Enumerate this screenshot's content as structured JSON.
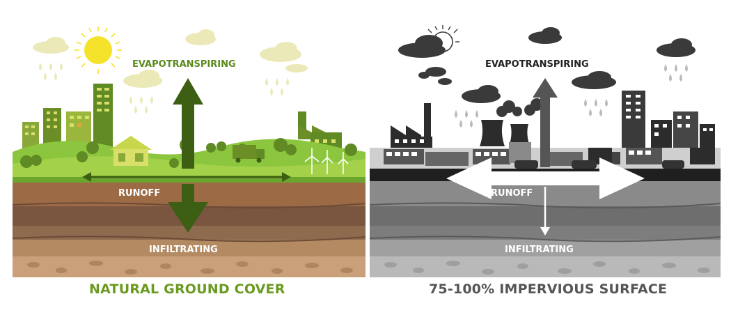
{
  "left_panel": {
    "evapotranspiring_label": "EVAPOTRANSPIRING",
    "runoff_label": "RUNOFF",
    "infiltrating_label": "INFILTRATING",
    "caption": "NATURAL GROUND COVER"
  },
  "right_panel": {
    "evapotranspiring_label": "EVAPOTRANSPIRING",
    "runoff_label": "RUNOFF",
    "infiltrating_label": "INFILTRATING",
    "caption": "75-100% IMPERVIOUS SURFACE"
  },
  "colors": {
    "natural_accent": "#6a9a1f",
    "natural_label": "#5b8a1c",
    "natural_arrow": "#3d5f14",
    "impervious_caption": "#555555",
    "impervious_arrow": "#555555"
  },
  "icons": [
    "sun-icon",
    "cloud-icon",
    "raindrop-icon",
    "tree-icon",
    "building-icon",
    "house-icon",
    "factory-icon",
    "wind-turbine-icon",
    "truck-icon",
    "car-icon",
    "bus-icon",
    "cooling-tower-icon",
    "smoke-icon"
  ]
}
